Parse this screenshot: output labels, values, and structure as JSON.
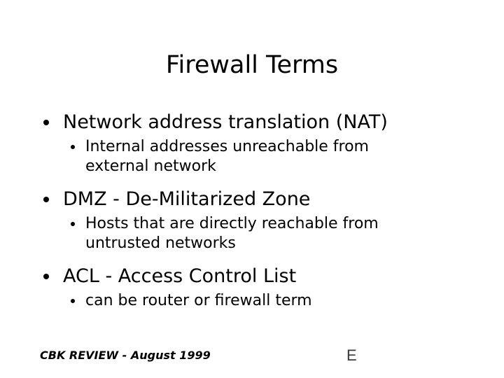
{
  "slide": {
    "title": "Firewall Terms",
    "background_color": "#ffffff",
    "text_color": "#000000",
    "bullets": [
      {
        "level1": "Network address translation (NAT)",
        "level2": "Internal addresses unreachable from external network"
      },
      {
        "level1": "DMZ - De-Militarized Zone",
        "level2": "Hosts that are directly reachable from untrusted networks"
      },
      {
        "level1": "ACL - Access Control List",
        "level2": "can be router or firewall term"
      }
    ],
    "footer": {
      "note": "CBK REVIEW - August 1999",
      "page_mark": "E"
    }
  }
}
